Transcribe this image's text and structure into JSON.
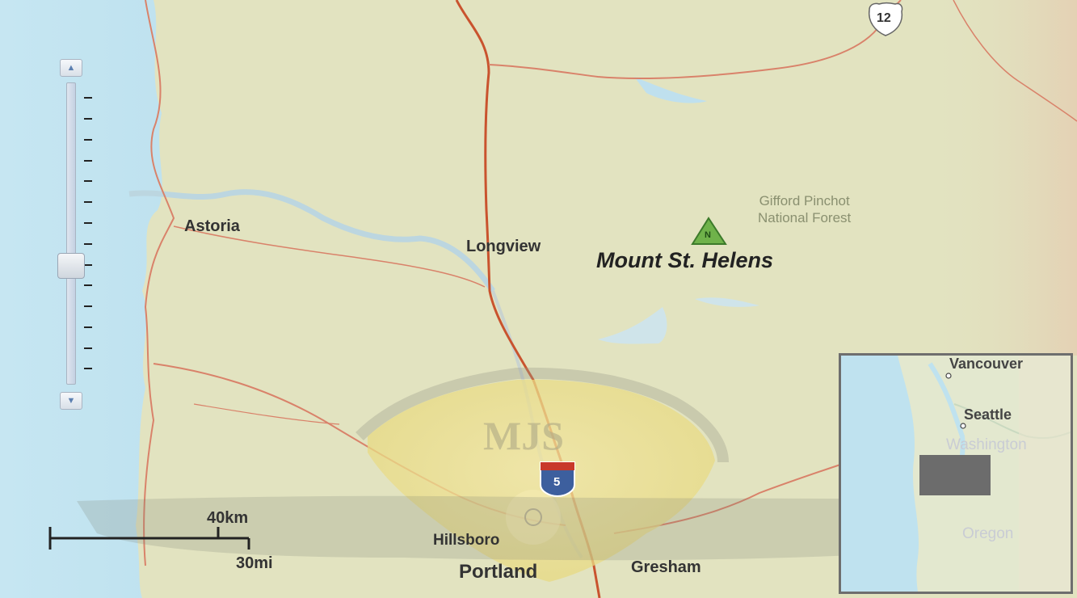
{
  "map": {
    "place_labels": {
      "astoria": "Astoria",
      "longview": "Longview",
      "mount_st_helens": "Mount St. Helens",
      "forest_line1": "Gifford Pinchot",
      "forest_line2": "National Forest",
      "hillsboro": "Hillsboro",
      "portland": "Portland",
      "gresham": "Gresham"
    },
    "shields": {
      "us_route": "12",
      "interstate": "5"
    },
    "volcano_symbol": "N",
    "scale_bar": {
      "metric": "40km",
      "imperial": "30mi"
    },
    "watermark": "MJS"
  },
  "overview_map": {
    "labels": {
      "vancouver": "Vancouver",
      "seattle": "Seattle",
      "washington": "Washington",
      "oregon": "Oregon"
    }
  },
  "colors": {
    "land": "#e2e3c0",
    "water": "#bfe2ef",
    "highway": "#d9826a",
    "interstate": "#c9532e",
    "forest": "#dfe5c4",
    "watermark": "#f0e28a"
  }
}
